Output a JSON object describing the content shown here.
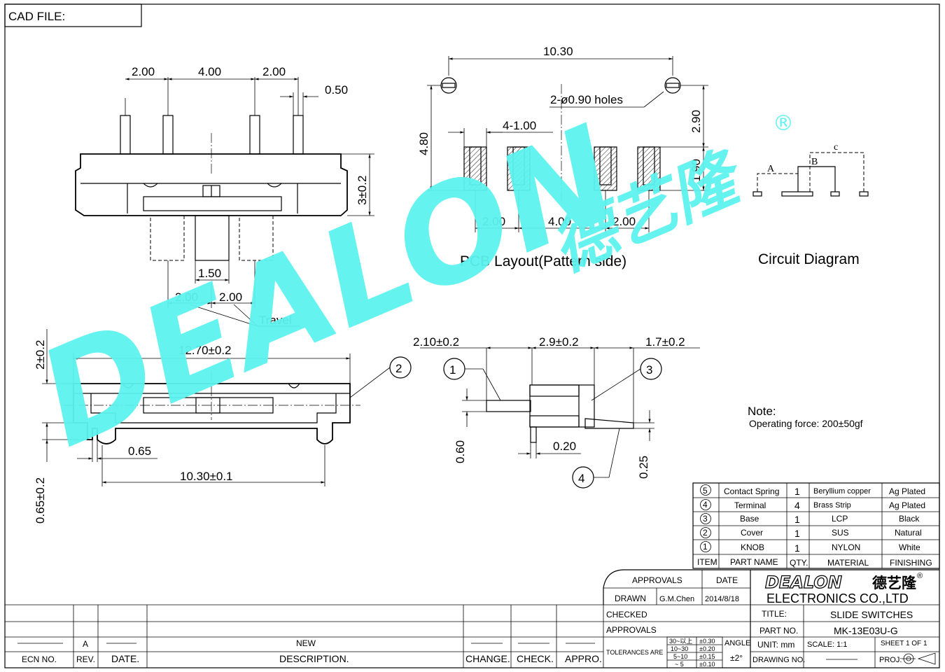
{
  "cad_file_label": "CAD FILE:",
  "watermark": {
    "latin": "DEALON",
    "cjk": "德艺隆",
    "registered": "®",
    "color": "#5cf3ef"
  },
  "front_view": {
    "pin_spacing": [
      "2.00",
      "4.00",
      "2.00"
    ],
    "pin_width": "0.50",
    "height": "3±0.2",
    "knob_width": "1.50",
    "travel": [
      "2.00",
      "2.00"
    ],
    "travel_label": "Travel"
  },
  "pcb_layout": {
    "overall": "10.30",
    "holes": "2-ø0.90 holes",
    "height_total": "4.80",
    "pad_width": "4-1.00",
    "upper": "2.90",
    "pad_height": "1.90",
    "pad_spacing": [
      "2.00",
      "4.00",
      "2.00"
    ],
    "caption": "PCB Layout(Pattern side)"
  },
  "circuit": {
    "caption": "Circuit Diagram",
    "labels": [
      "A",
      "B",
      "c"
    ]
  },
  "top_view": {
    "length": "12.70±0.2",
    "height_top": "2±0.2",
    "pin_offset": "0.65",
    "hole_spacing": "10.30±0.1",
    "height_bottom": "0.65±0.2",
    "balloon": "2"
  },
  "side_view": {
    "dims_top": [
      "2.10±0.2",
      "2.9±0.2",
      "1.7±0.2"
    ],
    "dim_060": "0.60",
    "dim_020": "0.20",
    "dim_025": "0.25",
    "balloons": [
      "1",
      "3",
      "4"
    ]
  },
  "note": {
    "title": "Note:",
    "text": "Operating force: 200±50gf"
  },
  "bom": {
    "header": {
      "item": "ITEM",
      "part": "PART NAME",
      "qty": "QTY.",
      "material": "MATERIAL",
      "finishing": "FINISHING"
    },
    "rows": [
      {
        "item": "5",
        "part": "Contact Spring",
        "qty": "1",
        "material": "Beryllium copper",
        "finishing": "Ag Plated"
      },
      {
        "item": "4",
        "part": "Terminal",
        "qty": "4",
        "material": "Brass Strip",
        "finishing": "Ag Plated"
      },
      {
        "item": "3",
        "part": "Base",
        "qty": "1",
        "material": "LCP",
        "finishing": "Black"
      },
      {
        "item": "2",
        "part": "Cover",
        "qty": "1",
        "material": "SUS",
        "finishing": "Natural"
      },
      {
        "item": "1",
        "part": "KNOB",
        "qty": "1",
        "material": "NYLON",
        "finishing": "White"
      }
    ]
  },
  "title_block": {
    "approvals": "APPROVALS",
    "date": "DATE",
    "drawn": "DRAWN",
    "drawn_by": "G.M.Chen",
    "drawn_date": "2014/8/18",
    "checked": "CHECKED",
    "approvals2": "APPROVALS",
    "company": "ELECTRONICS CO.,LTD",
    "title_label": "TITLE:",
    "title": "SLIDE SWITCHES",
    "part_no_label": "PART NO.",
    "part_no": "MK-13E03U-G",
    "tolerances_label": "TOLERANCES ARE",
    "tolerances": [
      {
        "range": "30~以上",
        "value": "±0.30"
      },
      {
        "range": "10~30",
        "value": "±0.20"
      },
      {
        "range": "5~10",
        "value": "±0.15"
      },
      {
        "range": "~ 5",
        "value": "±0.10"
      }
    ],
    "angle_label": "ANGLE",
    "angle": "±2°",
    "unit": "UNIT: mm",
    "scale": "SCALE:  1:1",
    "sheet": "SHEET  1 OF 1",
    "drawing_no": "DRAWING NO.",
    "proj": "PROJ:"
  },
  "revision": {
    "rev": "A",
    "desc": "NEW",
    "headers": [
      "ECN NO.",
      "REV.",
      "DATE.",
      "DESCRIPTION.",
      "CHANGE.",
      "CHECK.",
      "APPRO."
    ]
  }
}
